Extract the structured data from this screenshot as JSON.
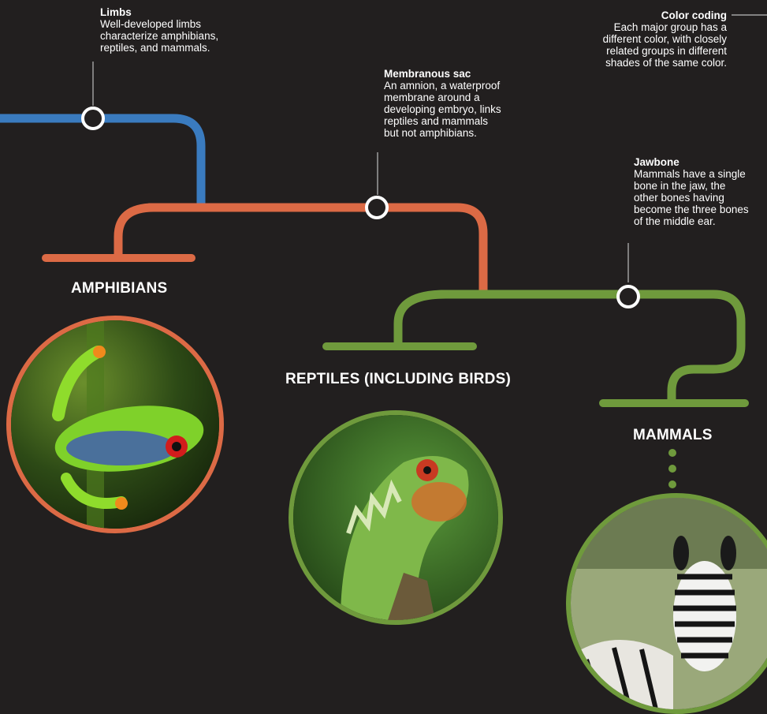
{
  "annotations": {
    "limbs": {
      "title": "Limbs",
      "body_lines": [
        "Well-developed limbs",
        "characterize amphibians,",
        "reptiles, and mammals."
      ]
    },
    "membranous_sac": {
      "title": "Membranous sac",
      "body_lines": [
        "An amnion, a waterproof",
        "membrane around a",
        "developing embryo, links",
        "reptiles and mammals",
        "but not amphibians."
      ]
    },
    "jawbone": {
      "title": "Jawbone",
      "body_lines": [
        "Mammals have a single",
        "bone in the jaw, the",
        "other bones having",
        "become the three bones",
        "of the middle ear."
      ]
    },
    "color_coding": {
      "title": "Color coding",
      "body_lines": [
        "Each major group has a",
        "different color, with closely",
        "related groups in different",
        "shades of the same color."
      ]
    }
  },
  "groups": {
    "amphibians": {
      "label": "AMPHIBIANS",
      "photo": "tree-frog-photo"
    },
    "reptiles": {
      "label": "REPTILES (INCLUDING BIRDS)",
      "photo": "lizard-photo"
    },
    "mammals": {
      "label": "MAMMALS",
      "photo": "zebra-photo"
    }
  },
  "colors": {
    "background": "#221f1f",
    "blue_branch": "#3a7bbf",
    "orange_branch": "#dc6a45",
    "green_branch": "#6f9a3c",
    "connector": "#bdbdbd"
  }
}
